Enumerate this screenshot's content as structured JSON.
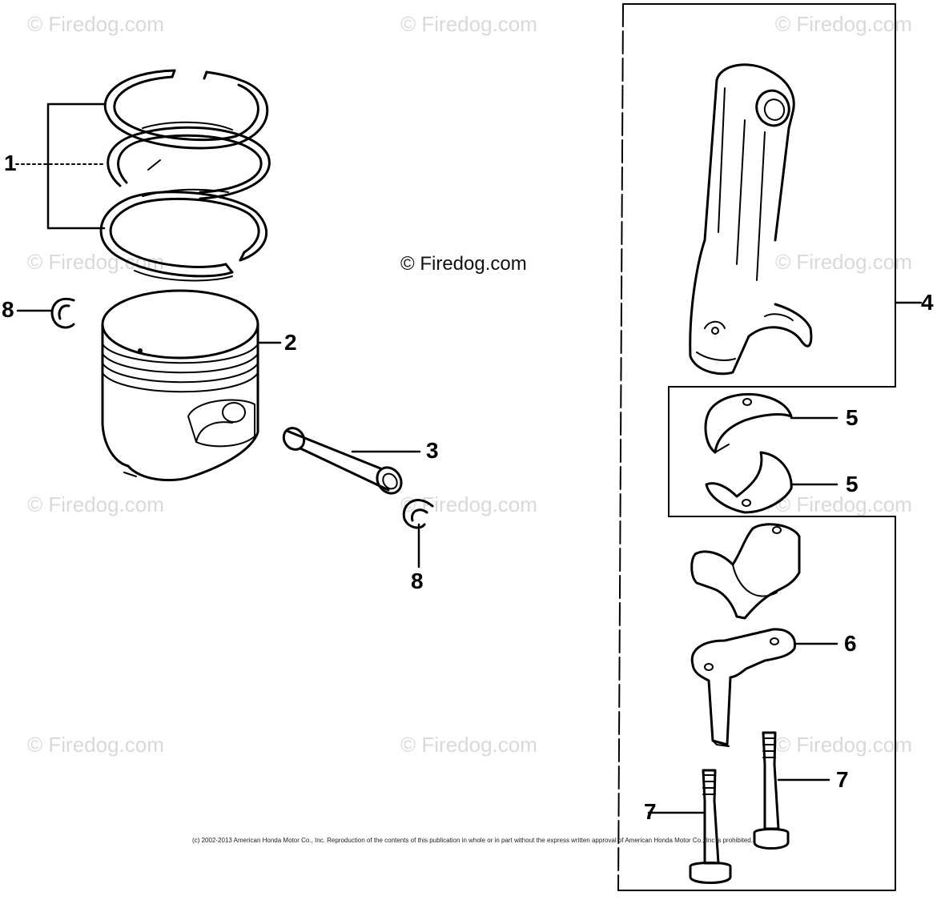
{
  "watermark": "© Firedog.com",
  "center_watermark": "© Firedog.com",
  "callouts": [
    "1",
    "2",
    "3",
    "4",
    "5",
    "5",
    "6",
    "7",
    "7",
    "8",
    "8"
  ],
  "copyright": "(c) 2002-2013 American Honda Motor Co., Inc. Reproduction of the contents of this publication in whole or in part without the express written approval of American Honda Motor Co., Inc is prohibited.",
  "parts": {
    "piston_rings": "piston-ring-set-icon",
    "piston": "piston-icon",
    "piston_pin": "piston-pin-icon",
    "connecting_rod": "connecting-rod-icon",
    "bearing": "rod-bearing-icon",
    "oil_dipper": "oil-dipper-icon",
    "bolt": "rod-bolt-icon",
    "clip": "pin-clip-icon"
  }
}
